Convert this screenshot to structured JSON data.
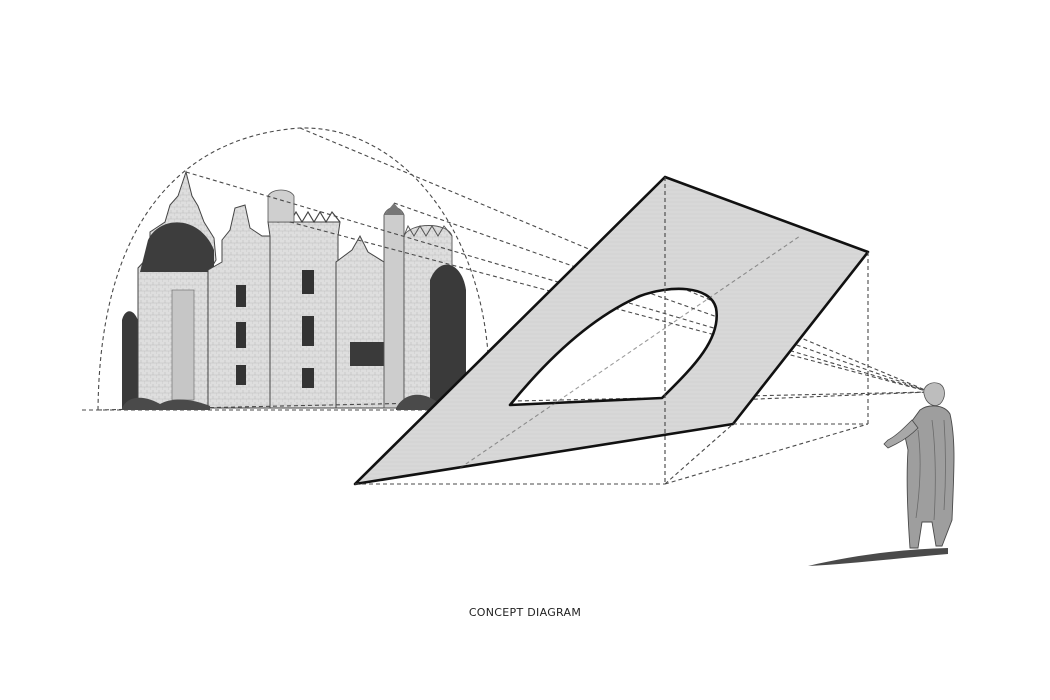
{
  "caption": "CONCEPT DIAGRAM",
  "colors": {
    "background": "#ffffff",
    "outline": "#111111",
    "dashed_line": "#4a4a4a",
    "plane_fill": "#d6d6d6",
    "building_light": "#dcdcdc",
    "building_dark": "#555555",
    "foliage": "#3a3a3a",
    "shadow": "#2a2a2a"
  },
  "icons": {
    "building": "castle-illustration",
    "viewer": "statue-figure",
    "plane": "tilted-frame-plane"
  }
}
